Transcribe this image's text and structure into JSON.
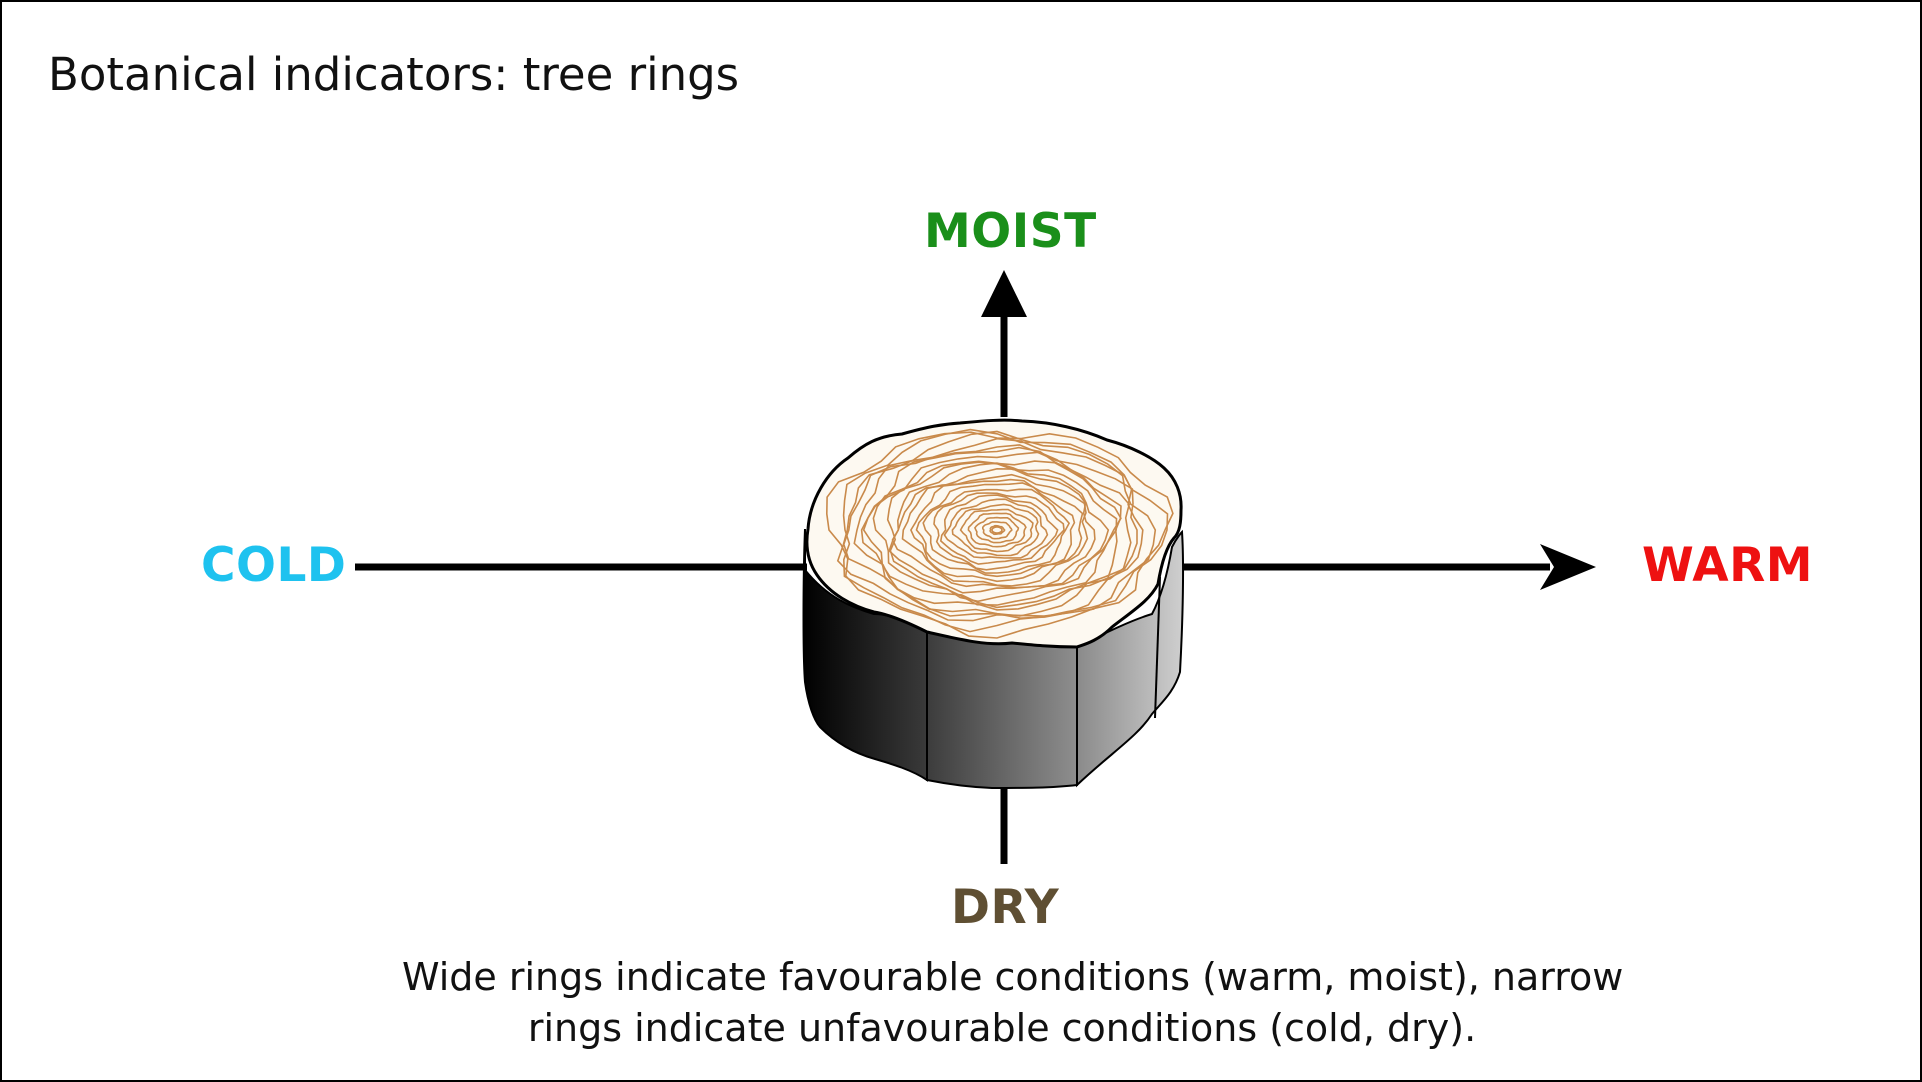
{
  "title": "Botanical indicators: tree rings",
  "axes": {
    "up": {
      "label": "MOIST",
      "color": "#1a8f1a"
    },
    "down": {
      "label": "DRY",
      "color": "#5f4f33"
    },
    "left": {
      "label": "COLD",
      "color": "#1ec2ef"
    },
    "right": {
      "label": "WARM",
      "color": "#ee1111"
    }
  },
  "caption": {
    "line1": "Wide rings indicate favourable conditions (warm, moist), narrow",
    "line2": "rings indicate unfavourable conditions (cold, dry)."
  },
  "colors": {
    "ring_stroke": "#c98a4b",
    "wood_fill": "#fdf9f1",
    "axis": "#000000"
  },
  "icons": {
    "stump": "tree-stump-cross-section-icon"
  }
}
